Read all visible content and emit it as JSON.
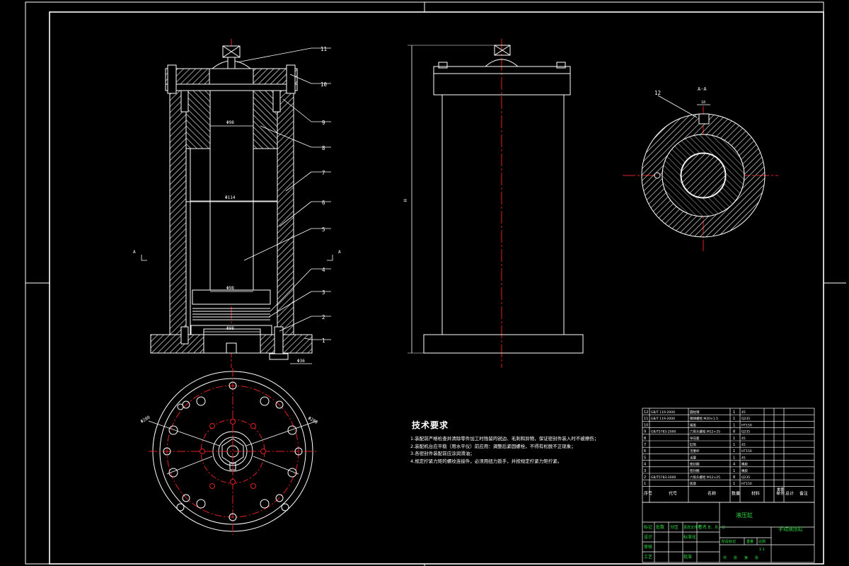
{
  "balloons": [
    "11",
    "10",
    "9",
    "8",
    "7",
    "6",
    "5",
    "4",
    "3",
    "2",
    "1",
    "12"
  ],
  "section_label": "A-A",
  "section_marks": [
    "A",
    "A"
  ],
  "dimensions": {
    "upper_bore": "Φ98",
    "middle_bore": "Φ114",
    "lower_bore": "Φ98",
    "base_bore": "Φ98",
    "height": "H",
    "slot": "18",
    "bolt_circle_a": "Φ280",
    "bolt_circle_b": "Φ280",
    "bottom_width": "Φ36"
  },
  "tech_requirements": {
    "title": "技术要求",
    "items": [
      "1.装配前严格检查并清除零件加工时残留的锐边、毛刺和异物，保证密封件装入时不被擦伤；",
      "2.装配机台应平稳（用水平仪）前应用：调整后紧固螺栓，不得有松脱不正现象；",
      "3.各密封件装配前应涂润滑油；",
      "4.规定拧紧力矩的螺纹连接件，必须用扭力扳手，并按规定拧紧力矩拧紧。"
    ]
  },
  "bom": [
    {
      "no": "12",
      "code": "GB/T 119-2000",
      "name": "圆柱销",
      "qty": "1",
      "material": "45",
      "note": ""
    },
    {
      "no": "11",
      "code": "GB/T 119-2000",
      "name": "钢球螺栓 M20×1.5",
      "qty": "1",
      "material": "Q235",
      "note": ""
    },
    {
      "no": "10",
      "code": "",
      "name": "端盖",
      "qty": "1",
      "material": "HT150",
      "note": ""
    },
    {
      "no": "9",
      "code": "GB/T5783-2000",
      "name": "六角头螺栓 M12×35",
      "qty": "8",
      "material": "Q235",
      "note": ""
    },
    {
      "no": "8",
      "code": "",
      "name": "导向套",
      "qty": "1",
      "material": "45",
      "note": ""
    },
    {
      "no": "7",
      "code": "",
      "name": "缸筒",
      "qty": "1",
      "material": "45",
      "note": ""
    },
    {
      "no": "6",
      "code": "",
      "name": "活塞杆",
      "qty": "1",
      "material": "HT150",
      "note": ""
    },
    {
      "no": "5",
      "code": "",
      "name": "活塞",
      "qty": "1",
      "material": "45",
      "note": ""
    },
    {
      "no": "4",
      "code": "",
      "name": "密封圈",
      "qty": "4",
      "material": "橡胶",
      "note": ""
    },
    {
      "no": "3",
      "code": "",
      "name": "密封圈",
      "qty": "1",
      "material": "橡胶",
      "note": ""
    },
    {
      "no": "2",
      "code": "GB/T5783-2000",
      "name": "六角头螺栓 M12×25",
      "qty": "8",
      "material": "Q235",
      "note": ""
    },
    {
      "no": "1",
      "code": "",
      "name": "底座",
      "qty": "1",
      "material": "HT150",
      "note": ""
    }
  ],
  "bom_header": [
    "序号",
    "代号",
    "名称",
    "数量",
    "材料",
    "单件",
    "总计",
    "备注"
  ],
  "bom_header_sub": "重量",
  "title_block": {
    "part_name": "液压缸",
    "drawing_title": "手动液压缸",
    "row_labels": [
      "标记",
      "处数",
      "分区",
      "更改文件号",
      "签名",
      "年、月、日"
    ],
    "design_row": [
      "设计",
      "",
      "标准化",
      ""
    ],
    "stage_cells": [
      "阶段标记",
      "重量",
      "比例"
    ],
    "scale": "1:1",
    "review": "审核",
    "process": "工艺",
    "approve": "批准",
    "sheet_info": [
      "共",
      "张",
      "第",
      "张"
    ]
  }
}
